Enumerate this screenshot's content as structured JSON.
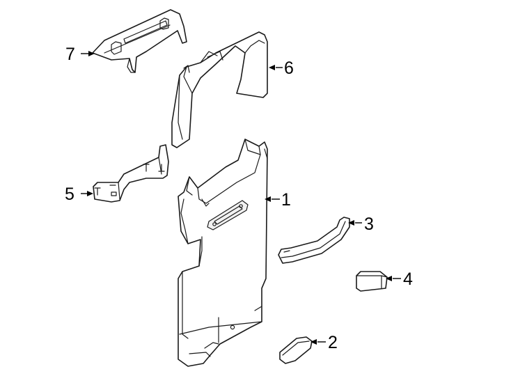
{
  "callouts": {
    "c1": "1",
    "c2": "2",
    "c3": "3",
    "c4": "4",
    "c5": "5",
    "c6": "6",
    "c7": "7"
  },
  "colors": {
    "line": "#1a1a1a",
    "background": "#ffffff"
  }
}
